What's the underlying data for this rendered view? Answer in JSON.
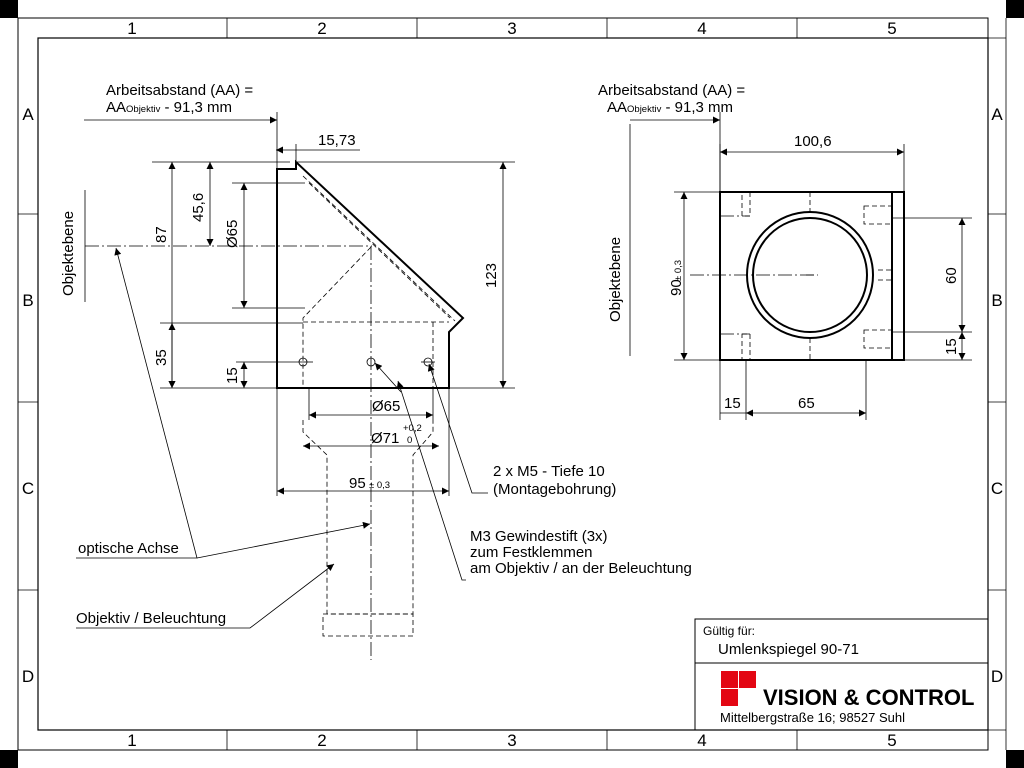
{
  "frame": {
    "columns": [
      "1",
      "2",
      "3",
      "4",
      "5"
    ],
    "rows": [
      "A",
      "B",
      "C",
      "D"
    ]
  },
  "side_view": {
    "working_distance_line1": "Arbeitsabstand (AA) =",
    "working_distance_prefix": "AA",
    "working_distance_sub": "Objektiv",
    "working_distance_suffix": " - 91,3 mm",
    "object_plane": "Objektebene",
    "dims": {
      "d15_73": "15,73",
      "d45_6": "45,6",
      "d87": "87",
      "d65_dia": "Ø65",
      "d123": "123",
      "d35": "35",
      "d15": "15",
      "d65_bore": "Ø65",
      "d71_bore": "Ø71",
      "tol_upper": "+0,2",
      "tol_lower": "0",
      "d95": "95",
      "d95_tol": "± 0,3"
    },
    "callouts": {
      "m5_line1": "2 x M5 - Tiefe 10",
      "m5_line2": "(Montagebohrung)",
      "m3_line1": "M3 Gewindestift (3x)",
      "m3_line2": "zum Festklemmen",
      "m3_line3": "am Objektiv / an der Beleuchtung",
      "optical_axis": "optische Achse",
      "lens_light": "Objektiv / Beleuchtung"
    }
  },
  "front_view": {
    "working_distance_line1": "Arbeitsabstand (AA) =",
    "working_distance_prefix": "AA",
    "working_distance_sub": "Objektiv",
    "working_distance_suffix": " - 91,3 mm",
    "object_plane": "Objektebene",
    "dims": {
      "d100_6": "100,6",
      "d90": "90",
      "d90_tol": "± 0,3",
      "d60": "60",
      "d15_right": "15",
      "d15_bottom": "15",
      "d65": "65"
    }
  },
  "title_block": {
    "valid_for_label": "Gültig für:",
    "product": "Umlenkspiegel 90-71",
    "company": "VISION & CONTROL",
    "address": "Mittelbergstraße 16; 98527 Suhl",
    "logo_color": "#e30613"
  }
}
